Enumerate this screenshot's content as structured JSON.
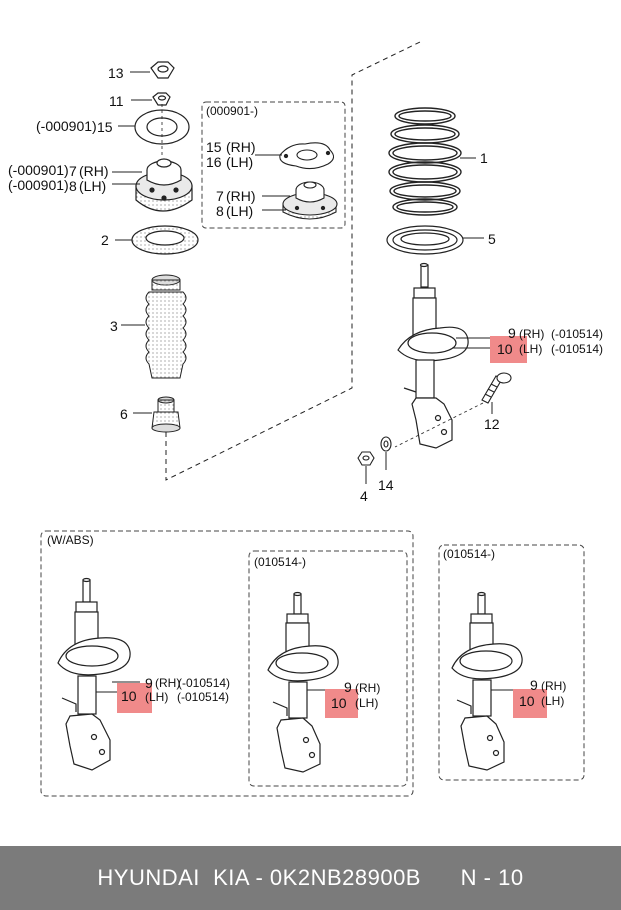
{
  "callouts": {
    "c13": "13",
    "c11": "11",
    "c15_prefix": "(-000901)",
    "c15": "15",
    "c7_prefix": "(-000901)",
    "c7": "7",
    "c7_side": "(RH)",
    "c8_prefix": "(-000901)",
    "c8": "8",
    "c8_side": "(LH)",
    "c2": "2",
    "c3": "3",
    "c6": "6",
    "box1_title": "(000901-)",
    "b15": "15",
    "b15_side": "(RH)",
    "b16": "16",
    "b16_side": "(LH)",
    "b7": "7",
    "b7_side": "(RH)",
    "b8": "8",
    "b8_side": "(LH)",
    "c1": "1",
    "c5": "5",
    "c9": "9",
    "c9_side": "(RH)",
    "c9_date": "(-010514)",
    "c10": "10",
    "c10_side": "(LH)",
    "c10_date": "(-010514)",
    "c12": "12",
    "c4": "4",
    "c14": "14"
  },
  "panels": {
    "abs": {
      "title": "(W/ABS)",
      "n9": "9",
      "n9_side": "(RH)",
      "n9_date": "(-010514)",
      "n10": "10",
      "n10_side": "(LH)",
      "n10_date": "(-010514)"
    },
    "mid": {
      "title": "(010514-)",
      "n9": "9",
      "n9_side": "(RH)",
      "n10": "10",
      "n10_side": "(LH)"
    },
    "right": {
      "title": "(010514-)",
      "n9": "9",
      "n9_side": "(RH)",
      "n10": "10",
      "n10_side": "(LH)"
    }
  },
  "footer": {
    "brand": "HYUNDAI  KIA - 0K2NB28900B",
    "page": "N - 10"
  },
  "colors": {
    "highlight": "#f08a8a",
    "footer_bg": "#7b7b7b",
    "stroke": "#222222"
  }
}
